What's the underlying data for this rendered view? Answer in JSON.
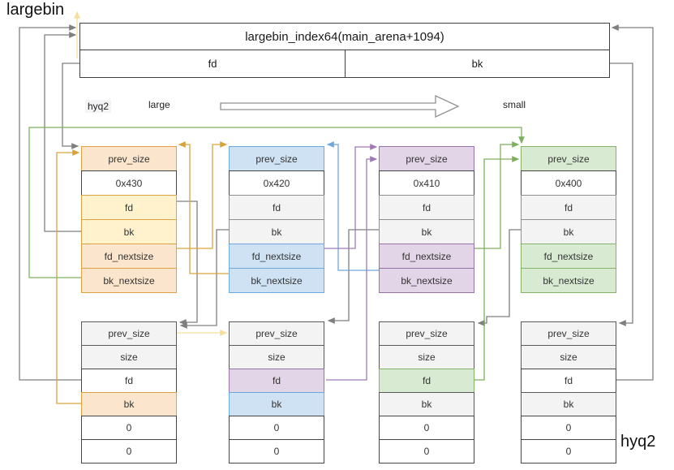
{
  "labels": {
    "largebin": "largebin",
    "hyq2_top": "hyq2",
    "large": "large",
    "small": "small",
    "hyq2_bottom": "hyq2"
  },
  "header": {
    "title": "largebin_index64(main_arena+1094)",
    "fd_label": "fd",
    "bk_label": "bk"
  },
  "colors": {
    "orange_fill": "#fce5cd",
    "orange_light_fill": "#fff2cc",
    "orange_border": "#dfa144",
    "blue_fill": "#cfe2f3",
    "blue_border": "#6fa8dc",
    "purple_fill": "#e1d5e7",
    "purple_border": "#9673a6",
    "green_fill": "#d9ead3",
    "green_border": "#82b366",
    "gray_fill": "#f3f3f3",
    "gray_border": "#8f8f8f",
    "dark_border": "#454545",
    "line_gray": "#7f7f7f",
    "line_gold": "#d9a33c",
    "line_pale_gold": "#f6df9a",
    "line_blue": "#6fa8dc",
    "line_purple": "#9e7bb5",
    "line_green": "#7cb05c"
  },
  "chunks_top": [
    {
      "size_value": "0x430",
      "rows": [
        {
          "label": "prev_size",
          "bg": "#fce5cd",
          "border": "#dfa144"
        },
        {
          "label": "0x430",
          "bg": "#ffffff",
          "border": "#454545"
        },
        {
          "label": "fd",
          "bg": "#fff2cc",
          "border": "#dfa144"
        },
        {
          "label": "bk",
          "bg": "#fff2cc",
          "border": "#dfa144"
        },
        {
          "label": "fd_nextsize",
          "bg": "#fce5cd",
          "border": "#dfa144"
        },
        {
          "label": "bk_nextsize",
          "bg": "#fce5cd",
          "border": "#dfa144"
        }
      ]
    },
    {
      "size_value": "0x420",
      "rows": [
        {
          "label": "prev_size",
          "bg": "#cfe2f3",
          "border": "#6fa8dc"
        },
        {
          "label": "0x420",
          "bg": "#ffffff",
          "border": "#454545"
        },
        {
          "label": "fd",
          "bg": "#f3f3f3",
          "border": "#8f8f8f"
        },
        {
          "label": "bk",
          "bg": "#f3f3f3",
          "border": "#8f8f8f"
        },
        {
          "label": "fd_nextsize",
          "bg": "#cfe2f3",
          "border": "#6fa8dc"
        },
        {
          "label": "bk_nextsize",
          "bg": "#cfe2f3",
          "border": "#6fa8dc"
        }
      ]
    },
    {
      "size_value": "0x410",
      "rows": [
        {
          "label": "prev_size",
          "bg": "#e1d5e7",
          "border": "#9673a6"
        },
        {
          "label": "0x410",
          "bg": "#ffffff",
          "border": "#454545"
        },
        {
          "label": "fd",
          "bg": "#f3f3f3",
          "border": "#8f8f8f"
        },
        {
          "label": "bk",
          "bg": "#f3f3f3",
          "border": "#8f8f8f"
        },
        {
          "label": "fd_nextsize",
          "bg": "#e1d5e7",
          "border": "#9673a6"
        },
        {
          "label": "bk_nextsize",
          "bg": "#e1d5e7",
          "border": "#9673a6"
        }
      ]
    },
    {
      "size_value": "0x400",
      "rows": [
        {
          "label": "prev_size",
          "bg": "#d9ead3",
          "border": "#82b366"
        },
        {
          "label": "0x400",
          "bg": "#ffffff",
          "border": "#454545"
        },
        {
          "label": "fd",
          "bg": "#f3f3f3",
          "border": "#8f8f8f"
        },
        {
          "label": "bk",
          "bg": "#f3f3f3",
          "border": "#8f8f8f"
        },
        {
          "label": "fd_nextsize",
          "bg": "#d9ead3",
          "border": "#82b366"
        },
        {
          "label": "bk_nextsize",
          "bg": "#d9ead3",
          "border": "#82b366"
        }
      ]
    }
  ],
  "chunks_bottom": [
    {
      "rows": [
        {
          "label": "prev_size",
          "bg": "#f3f3f3",
          "border": "#595959"
        },
        {
          "label": "size",
          "bg": "#f3f3f3",
          "border": "#595959"
        },
        {
          "label": "fd",
          "bg": "#ffffff",
          "border": "#454545"
        },
        {
          "label": "bk",
          "bg": "#fce5cd",
          "border": "#dfa144"
        },
        {
          "label": "0",
          "bg": "#ffffff",
          "border": "#454545"
        },
        {
          "label": "0",
          "bg": "#ffffff",
          "border": "#454545"
        }
      ]
    },
    {
      "rows": [
        {
          "label": "prev_size",
          "bg": "#f3f3f3",
          "border": "#595959"
        },
        {
          "label": "size",
          "bg": "#f3f3f3",
          "border": "#595959"
        },
        {
          "label": "fd",
          "bg": "#e1d5e7",
          "border": "#9673a6"
        },
        {
          "label": "bk",
          "bg": "#cfe2f3",
          "border": "#6fa8dc"
        },
        {
          "label": "0",
          "bg": "#ffffff",
          "border": "#454545"
        },
        {
          "label": "0",
          "bg": "#ffffff",
          "border": "#454545"
        }
      ]
    },
    {
      "rows": [
        {
          "label": "prev_size",
          "bg": "#f3f3f3",
          "border": "#595959"
        },
        {
          "label": "size",
          "bg": "#f3f3f3",
          "border": "#595959"
        },
        {
          "label": "fd",
          "bg": "#d9ead3",
          "border": "#82b366"
        },
        {
          "label": "bk",
          "bg": "#f3f3f3",
          "border": "#595959"
        },
        {
          "label": "0",
          "bg": "#ffffff",
          "border": "#454545"
        },
        {
          "label": "0",
          "bg": "#ffffff",
          "border": "#454545"
        }
      ]
    },
    {
      "rows": [
        {
          "label": "prev_size",
          "bg": "#f3f3f3",
          "border": "#595959"
        },
        {
          "label": "size",
          "bg": "#f3f3f3",
          "border": "#595959"
        },
        {
          "label": "fd",
          "bg": "#ffffff",
          "border": "#454545"
        },
        {
          "label": "bk",
          "bg": "#f3f3f3",
          "border": "#595959"
        },
        {
          "label": "0",
          "bg": "#ffffff",
          "border": "#454545"
        },
        {
          "label": "0",
          "bg": "#ffffff",
          "border": "#454545"
        }
      ]
    }
  ]
}
